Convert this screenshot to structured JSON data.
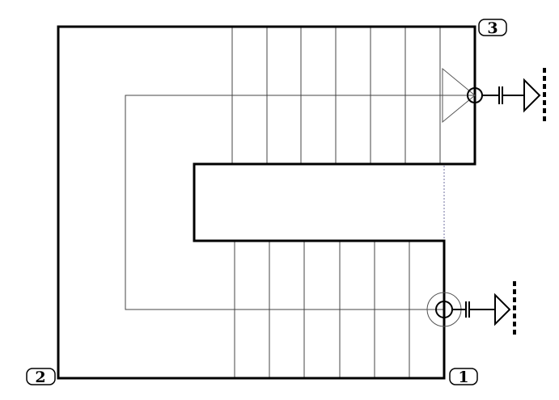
{
  "diagram": {
    "labels": {
      "point_1": "1",
      "point_2": "2",
      "point_3": "3"
    },
    "top_flight_treads": 7,
    "bottom_flight_treads": 6,
    "colors": {
      "line": "#000000",
      "thin": "#333333",
      "dashed_gap": "#7070a0"
    }
  }
}
